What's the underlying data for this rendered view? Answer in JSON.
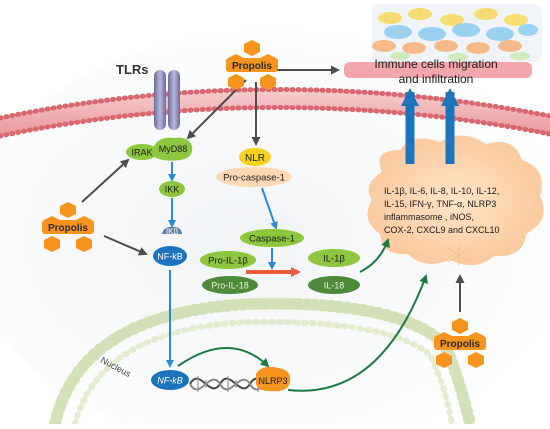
{
  "labels": {
    "tlrs": "TLRs",
    "propolis_top": "Propolis",
    "propolis_left": "Propolis",
    "propolis_right": "Propolis",
    "immune_line1": "Immune cells migration",
    "immune_line2": "and infiltration",
    "irak": "IRAK",
    "myd88": "MyD88",
    "ikk": "IKK",
    "ikb": "IKβ",
    "nfkb": "NF-kB",
    "nlr": "NLR",
    "procaspase": "Pro-caspase-1",
    "caspase": "Caspase-1",
    "pro_il1b": "Pro-IL-1β",
    "il1b": "IL-1β",
    "pro_il18": "Pro-IL-18",
    "il18": "IL-18",
    "nucleus": "Nucleus",
    "nfkb_nucleus": "NF-kB",
    "nlrp3": "NLRP3",
    "cytokines": [
      "IL-1β, IL-6, IL-8, IL-10, IL-12,",
      "IL-15, IFN-γ, TNF-α, NLRP3",
      "inflammasome , iNOS,",
      "COX-2, CXCL9 and CXCL10"
    ]
  },
  "colors": {
    "propolis": "#f7941d",
    "green_node": "#8dc63f",
    "dark_green_node": "#4f8a3c",
    "blue_node": "#1c75bc",
    "arrow_blue": "#2b8ad6",
    "arrow_dark": "#4d4d4d",
    "arrow_green": "#1e7a45",
    "arrow_red": "#ec5b3a",
    "membrane": "#e88d91",
    "cloud": "#fdd9b5",
    "immune_bar": "#f4a6ad"
  }
}
